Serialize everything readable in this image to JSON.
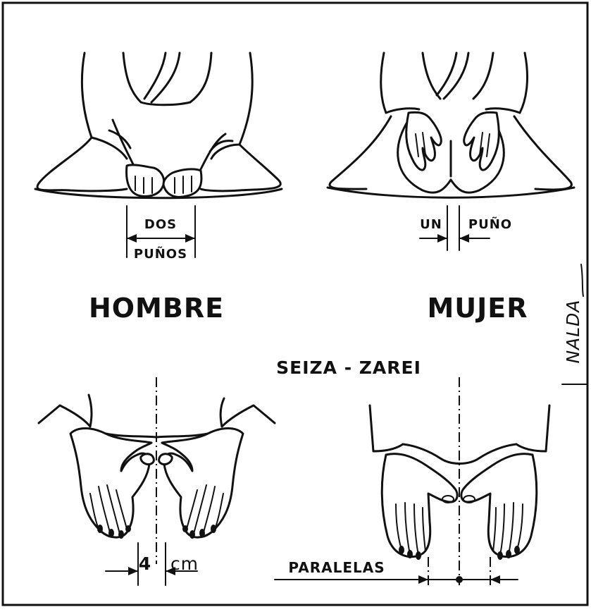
{
  "labels": {
    "dos": "DOS",
    "punos": "PUÑOS",
    "un": "UN",
    "puno": "PUÑO",
    "hombre": "HOMBRE",
    "mujer": "MUJER",
    "title": "SEIZA - ZAREI",
    "four": "4",
    "cm": "cm",
    "paralelas": "PARALELAS",
    "signature": "NALDA"
  },
  "icons": [
    "kneeling-man-figure",
    "kneeling-woman-figure",
    "man-hands-bow",
    "woman-hands-bow"
  ],
  "colors": {
    "ink": "#111111",
    "paper": "#ffffff"
  }
}
